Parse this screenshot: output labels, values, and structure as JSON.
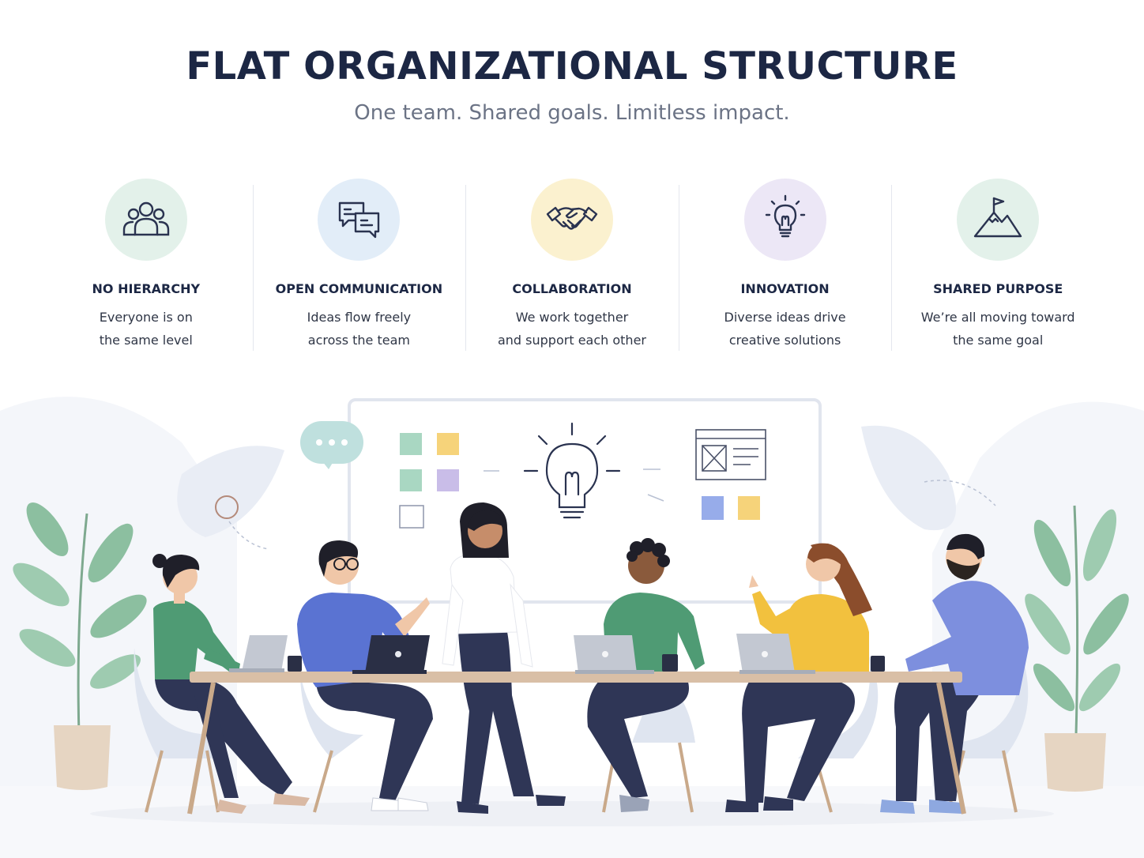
{
  "header": {
    "title": "FLAT ORGANIZATIONAL STRUCTURE",
    "subtitle": "One team. Shared goals. Limitless impact."
  },
  "features": [
    {
      "icon": "people-group-icon",
      "title": "NO HIERARCHY",
      "line1": "Everyone is on",
      "line2": "the same level",
      "color": "#e3f1ea"
    },
    {
      "icon": "chat-bubbles-icon",
      "title": "OPEN COMMUNICATION",
      "line1": "Ideas flow freely",
      "line2": "across the team",
      "color": "#e2edf8"
    },
    {
      "icon": "handshake-icon",
      "title": "COLLABORATION",
      "line1": "We work together",
      "line2": "and support each other",
      "color": "#fbf1cf"
    },
    {
      "icon": "lightbulb-icon",
      "title": "INNOVATION",
      "line1": "Diverse ideas drive",
      "line2": "creative solutions",
      "color": "#ece7f6"
    },
    {
      "icon": "mountain-flag-icon",
      "title": "SHARED PURPOSE",
      "line1": "We’re all moving toward",
      "line2": "the same goal",
      "color": "#e3f1ea"
    }
  ],
  "palette": {
    "title": "#1c2744",
    "subtitle": "#6b7385",
    "green_shirt": "#4f9b74",
    "blue_shirt": "#5a73d2",
    "yellow_shirt": "#f2c13e",
    "navy_pants": "#2f3656",
    "table_wood": "#d9bfa6"
  }
}
